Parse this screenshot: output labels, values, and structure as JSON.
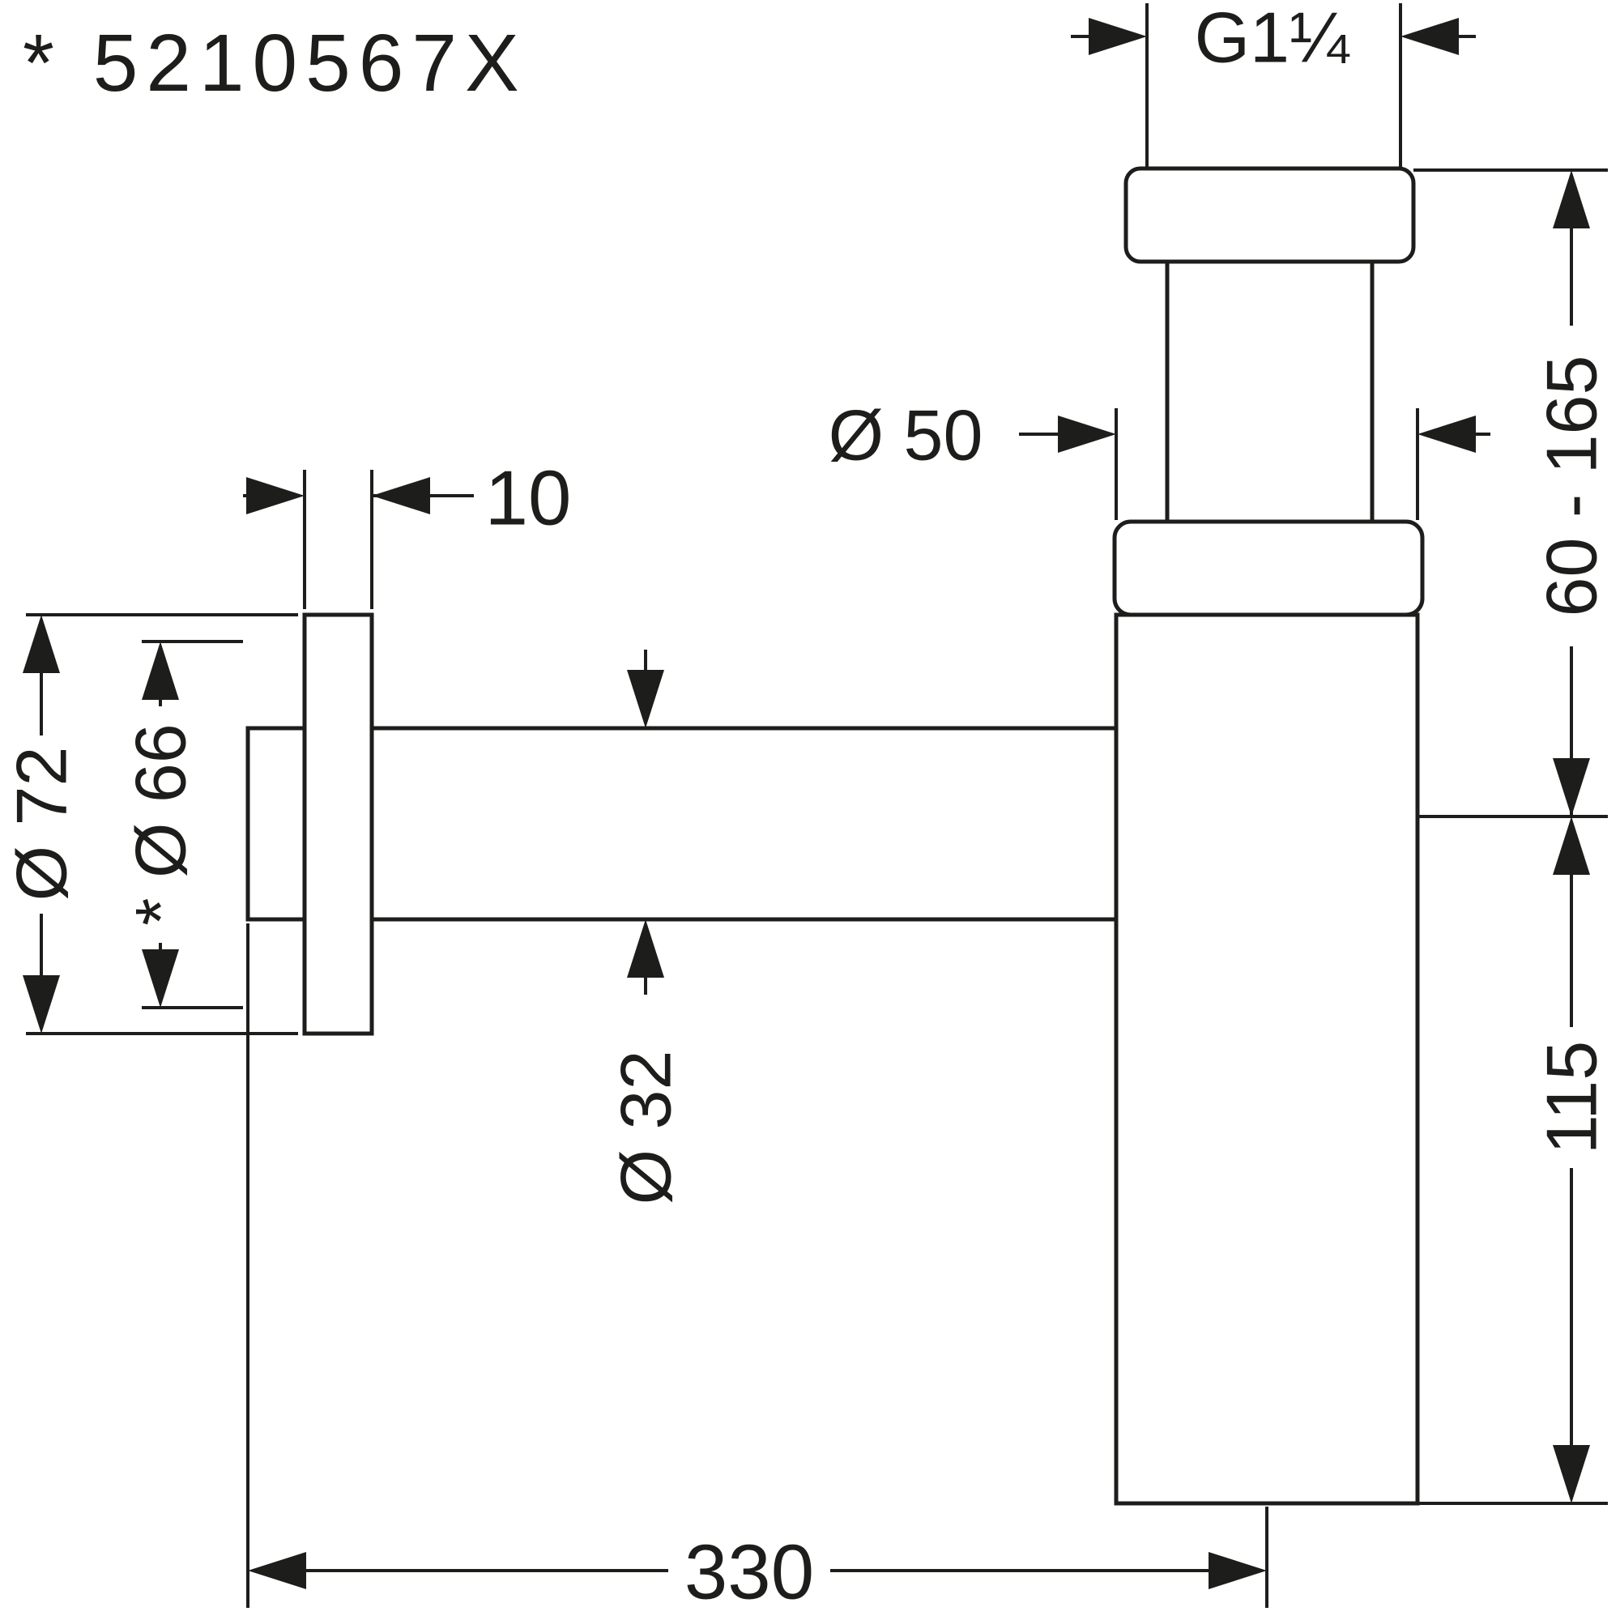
{
  "part_number": "* 5210567X",
  "labels": {
    "thread": "G1¼",
    "body_diameter": "Ø 50",
    "height_range": "60 - 165",
    "wall_flange_thickness": "10",
    "flange_outer_diameter": "Ø 72",
    "flange_ref_diameter": "* Ø 66",
    "pipe_diameter": "Ø 32",
    "body_height": "115",
    "projection": "330"
  },
  "colors": {
    "line": "#1d1d1b",
    "background": "#ffffff"
  }
}
